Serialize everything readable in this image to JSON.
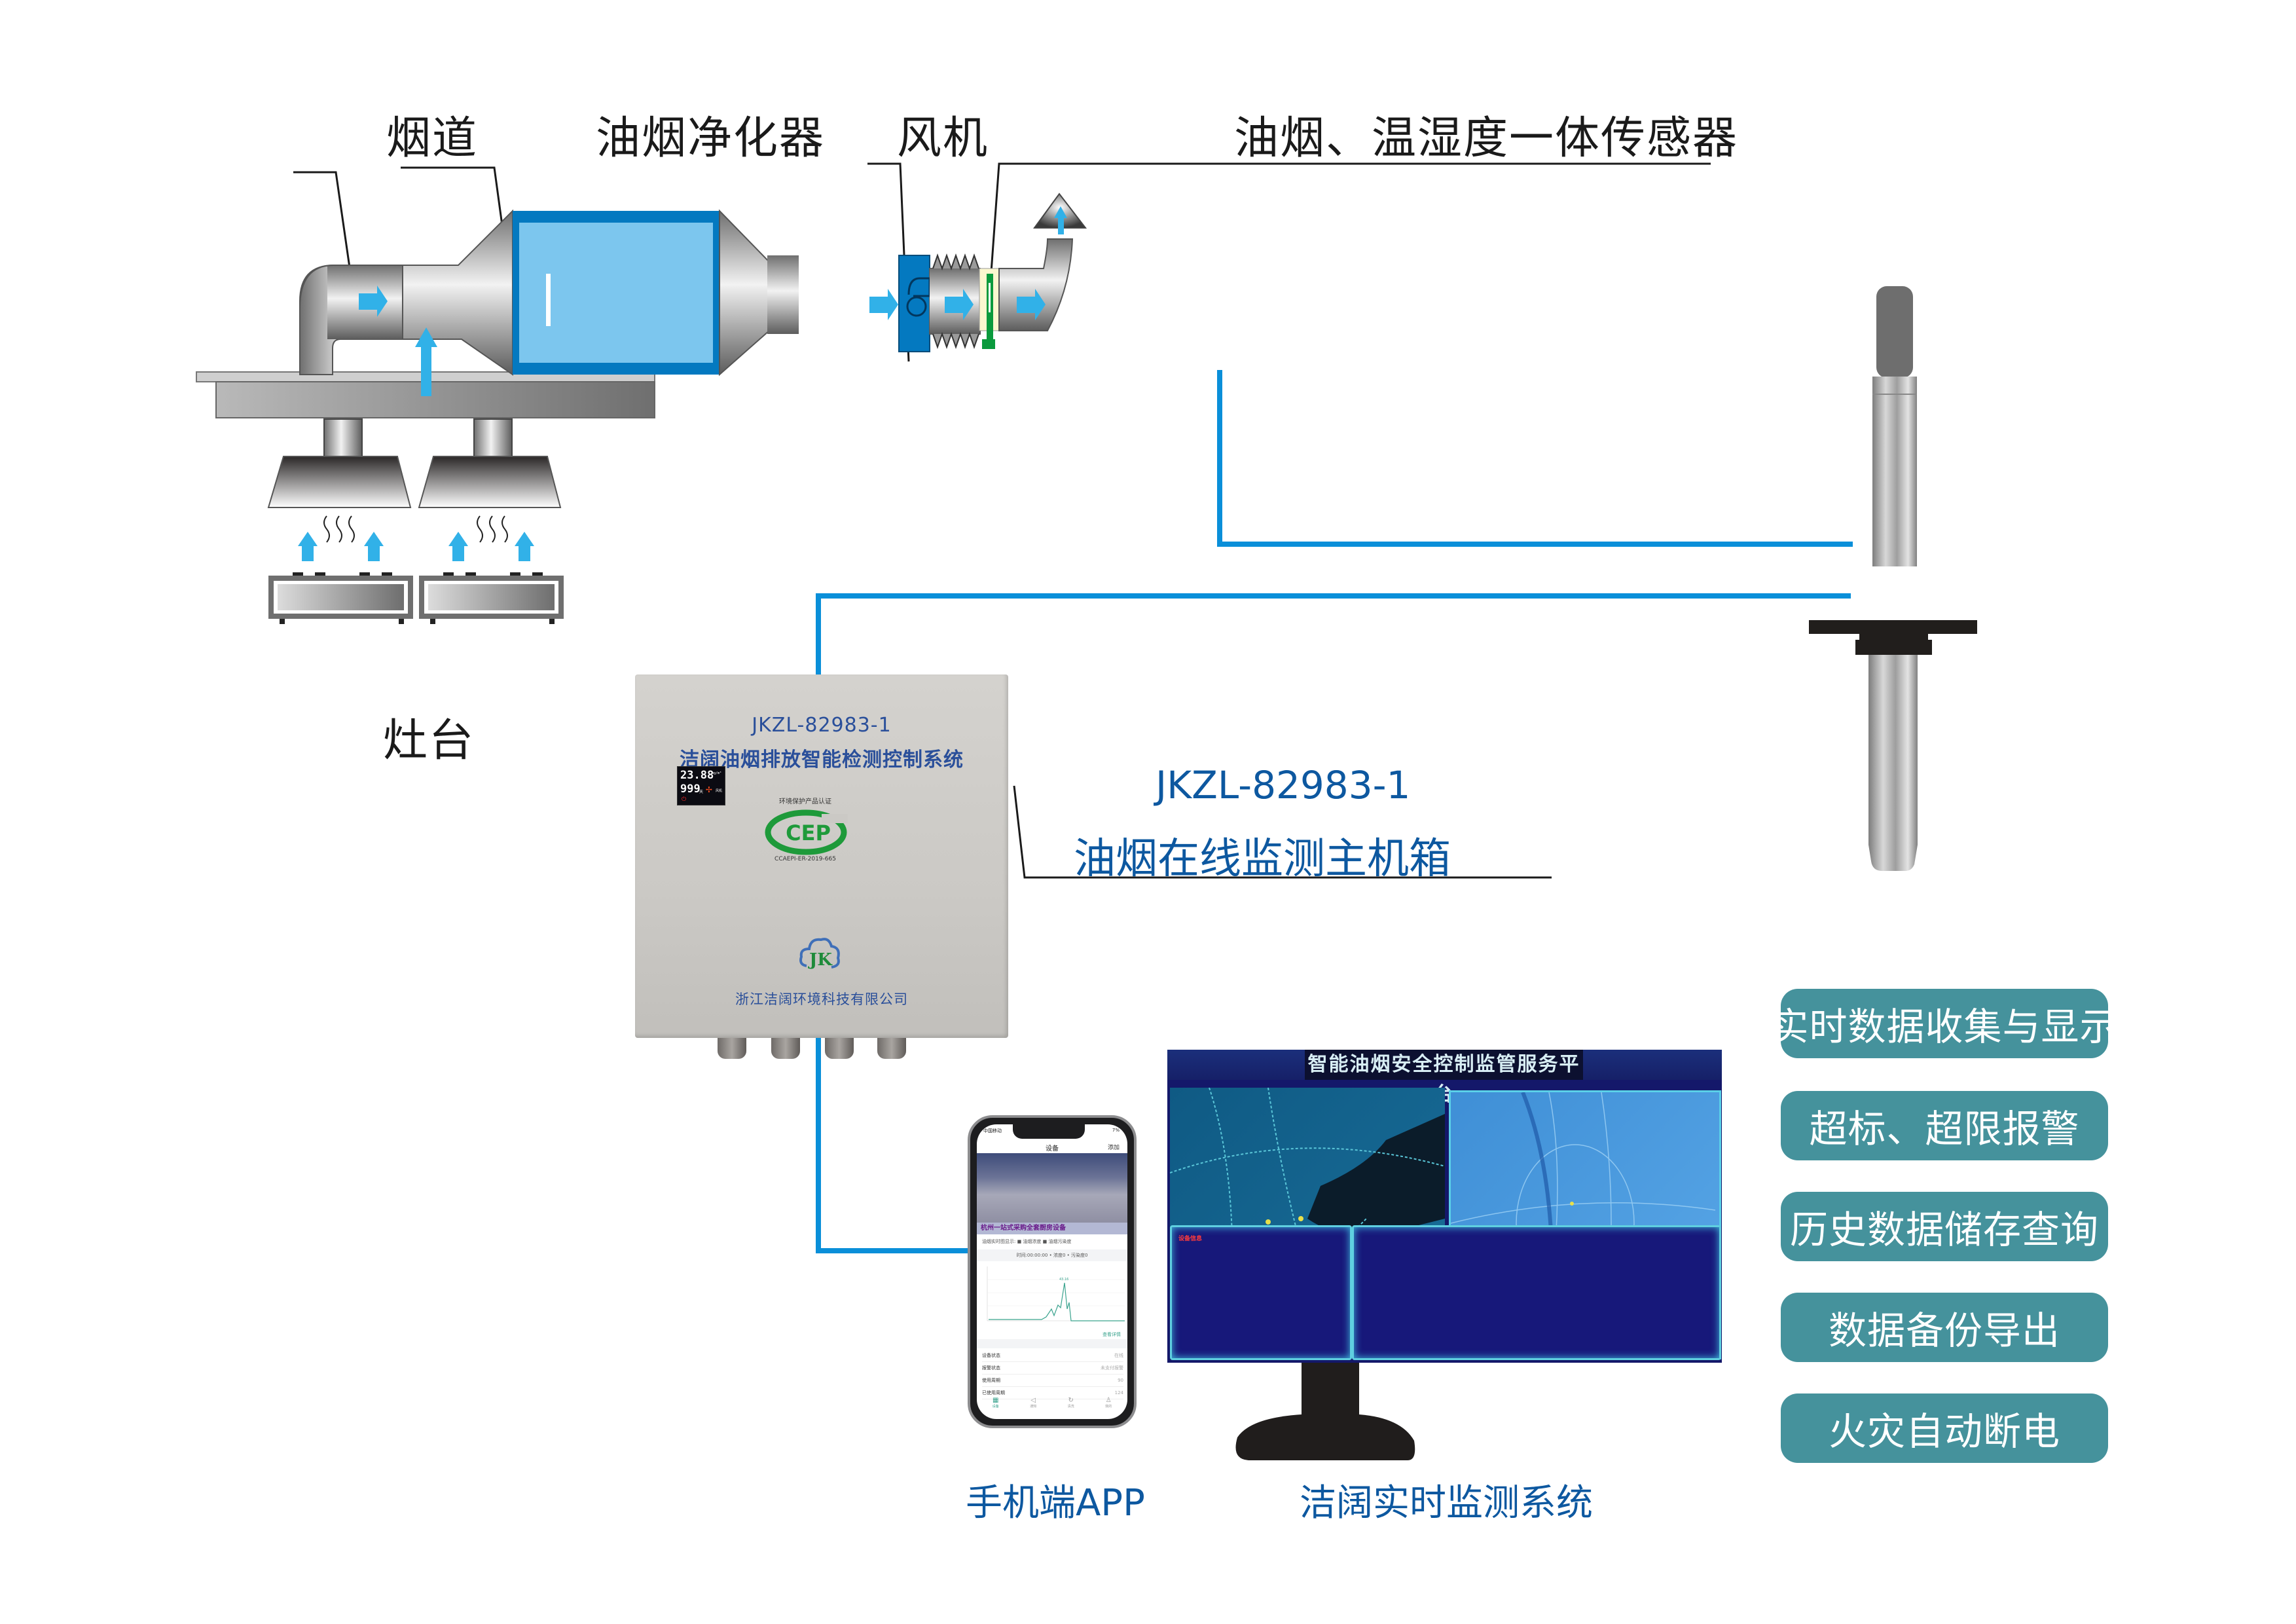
{
  "labels": {
    "flue": "烟道",
    "purifier": "油烟净化器",
    "fan": "风机",
    "sensor": "油烟、温湿度一体传感器",
    "stove": "灶台"
  },
  "host_box": {
    "model": "JKZL-82983-1",
    "system_name": "洁阔油烟排放智能检测控制系统",
    "lcd": {
      "concentration": "23.88",
      "concentration_unit": "mg/m³",
      "days": "999",
      "days_unit": "天",
      "fan_label": "风机"
    },
    "certification": {
      "arc_text": "环境保护产品认证",
      "logo": "CEP",
      "code": "CCAEPI-ER-2019-665"
    },
    "company_logo": "JK",
    "company": "浙江洁阔环境科技有限公司"
  },
  "host_callout": {
    "model": "JKZL-82983-1",
    "title": "油烟在线监测主机箱"
  },
  "features": [
    "实时数据收集与显示",
    "超标、超限报警",
    "历史数据储存查询",
    "数据备份导出",
    "火灾自动断电"
  ],
  "phone_app": {
    "caption": "手机端APP",
    "status_left": "中国移动",
    "status_right": "7%",
    "title": "设备",
    "add_button": "添加",
    "banner": "杭州一站式采购全套厨房设备",
    "legend": "油烟实时图显示: ■ 油烟浓度 ■ 油烟污染度",
    "time_line": "时间:00:00:00 • 浓度0 • 污染度0",
    "chart_peak_label": "43.16",
    "detail_link": "查看详情",
    "rows": [
      {
        "label": "设备状态",
        "value": "在线"
      },
      {
        "label": "报警状态",
        "value": "未支付报警"
      },
      {
        "label": "使用周期",
        "value": "90"
      },
      {
        "label": "已使用周期",
        "value": "124"
      }
    ],
    "tabs": [
      {
        "label": "设备",
        "icon": "grid-icon",
        "glyph": "▦"
      },
      {
        "label": "通知",
        "icon": "speaker-icon",
        "glyph": "◁"
      },
      {
        "label": "清洗",
        "icon": "refresh-icon",
        "glyph": "↻"
      },
      {
        "label": "我的",
        "icon": "user-icon",
        "glyph": "♙"
      }
    ]
  },
  "monitor_system": {
    "caption": "洁阔实时监测系统",
    "screen_title": "智能油烟安全控制监管服务平台",
    "info_panel_title": "设备信息"
  },
  "colors": {
    "flow_arrow": "#31b1e8",
    "cable": "#0a8fd9",
    "purifier_blue": "#0479c0",
    "feature_bg": "#45929c",
    "text_blue": "#0d58a0"
  }
}
